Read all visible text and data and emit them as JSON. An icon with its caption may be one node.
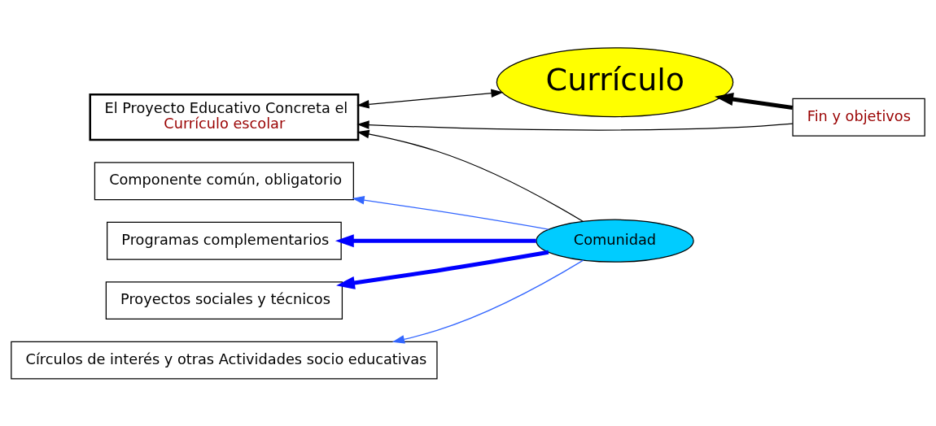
{
  "diagram": {
    "nodes": [
      {
        "text": [
          "Currículo"
        ]
      },
      {
        "text": [
          "Fin y objetivos"
        ]
      },
      {
        "text": [
          "El Proyecto Educativo Concreta el",
          "Currículo escolar"
        ]
      },
      {
        "text": [
          "Componente común, obligatorio"
        ]
      },
      {
        "text": [
          "Programas complementarios"
        ]
      },
      {
        "text": [
          "Proyectos sociales y técnicos"
        ]
      },
      {
        "text": [
          "Círculos de interés y otras Actividades socio educativas"
        ]
      },
      {
        "text": [
          "Comunidad"
        ]
      }
    ],
    "edges": [
      {
        "from": 1,
        "to": 0,
        "arrow": "to",
        "style": "thick"
      },
      {
        "from": 0,
        "to": 2,
        "arrow": "both"
      },
      {
        "from": 1,
        "to": 2,
        "arrow": "to"
      },
      {
        "from": 7,
        "to": 2,
        "arrow": "to"
      },
      {
        "from": 7,
        "to": 3,
        "arrow": "to",
        "color": "#3366ff"
      },
      {
        "from": 7,
        "to": 4,
        "arrow": "to",
        "style": "thick",
        "color": "#0000ff"
      },
      {
        "from": 7,
        "to": 5,
        "arrow": "to",
        "style": "thick",
        "color": "#0000ff"
      },
      {
        "from": 7,
        "to": 6,
        "arrow": "to",
        "color": "#3366ff"
      }
    ]
  }
}
